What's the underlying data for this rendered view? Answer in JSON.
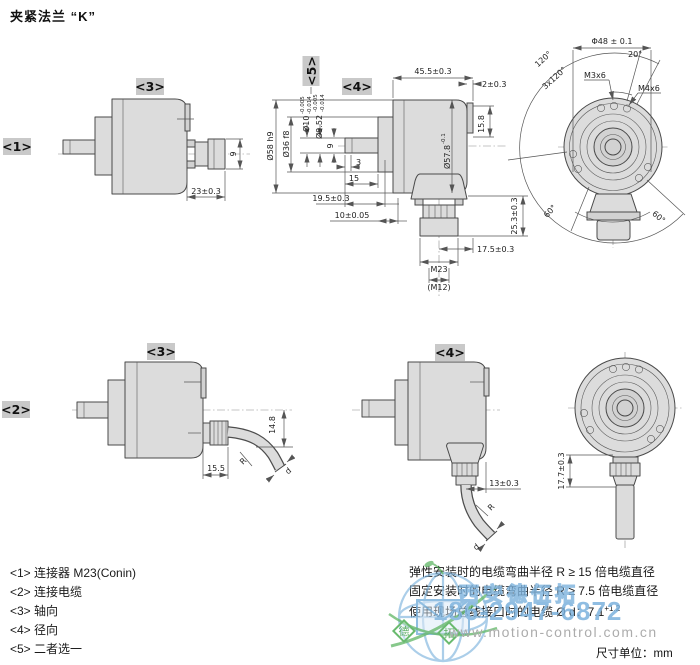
{
  "title": "夹紧法兰 “K”",
  "unit_note": "尺寸单位：mm",
  "tags": {
    "n1": "<1>",
    "n2": "<2>",
    "n3": "<3>",
    "n4": "<4>",
    "n5": "<5>"
  },
  "legend": {
    "lines": [
      "<1> 连接器 M23(Conin)",
      "<2> 连接电缆",
      "<3> 轴向",
      "<4> 径向",
      "<5> 二者选一"
    ]
  },
  "notes": {
    "line1": "弹性安装时的电缆弯曲半径 R ≥ 15 倍电缆直径",
    "line2": "固定安装时的电缆弯曲半径 R ≥ 7.5 倍电缆直径",
    "line3": "使用现场总线接口时的电缆 Ø d：7.1",
    "line3_sup": "+1.2"
  },
  "watermark": {
    "company": "西安德伍拓",
    "phone": "186-2947-6872",
    "website": "www.motion-control.com.cn",
    "stamp1": "德",
    "stamp2": "拓"
  },
  "colors": {
    "accent_blue": "#7cb2dd",
    "accent_green": "#4fae55",
    "part_fill": "#dcdcdc",
    "tag_bg": "#c9c9c9"
  },
  "dims": {
    "view_a": {
      "conn_len": "23±0.3",
      "conn_w": "9"
    },
    "view_b": {
      "body_len": "45.5±0.3",
      "cap_lip": "2±0.3",
      "flange_d": "Ø58 h9",
      "spigot_d": "Ø36 f8",
      "shaft_d1": "Ø10",
      "shaft_d1_tol_hi": "-0.005",
      "shaft_d1_tol_lo": "-0.014",
      "shaft_d2": "Ø9.52",
      "shaft_d2_tol_hi": "-0.005",
      "shaft_d2_tol_lo": "-0.014",
      "shaft_step": "9",
      "tip_len": "3",
      "shaft_len": "15",
      "collar_len": "19.5±0.3",
      "clamp_len": "10±0.05",
      "body_d": "Ø57.8",
      "body_d_tol": "-0.1",
      "cap_h": "15.8",
      "conn_h": "25.3±0.3",
      "conn_off": "17.5±0.3",
      "thread": "M23",
      "thread_alt": "(M12)"
    },
    "view_c": {
      "bolt_circle": "Φ48 ± 0.1",
      "angle_120": "120°",
      "angle_3x120": "3x120°",
      "angle_20": "20°",
      "m3": "M3x6",
      "m4": "M4x6",
      "angle_60": "60°"
    },
    "view_d": {
      "axis_offset": "14.8",
      "gland_len": "15.5"
    },
    "view_e": {
      "gland_offset": "13±0.3"
    },
    "view_f": {
      "gland_len": "17.7±0.3"
    },
    "cable_r": "R",
    "cable_d": "d"
  }
}
